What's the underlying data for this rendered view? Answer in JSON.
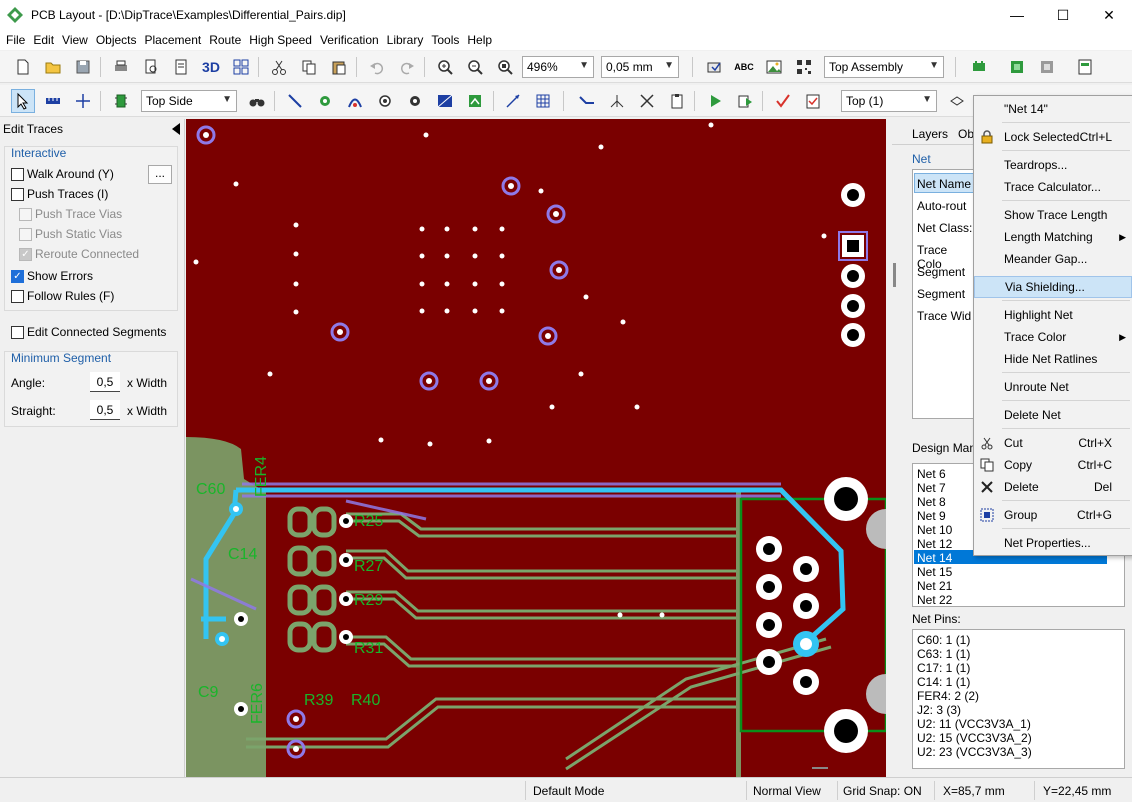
{
  "window": {
    "title": "PCB Layout - [D:\\DipTrace\\Examples\\Differential_Pairs.dip]",
    "minimize": "—",
    "maximize": "☐",
    "close": "✕"
  },
  "menu": [
    "File",
    "Edit",
    "View",
    "Objects",
    "Placement",
    "Route",
    "High Speed",
    "Verification",
    "Library",
    "Tools",
    "Help"
  ],
  "toolbar1": {
    "zoom_value": "496%",
    "grid_value": "0,05 mm",
    "assembly_value": "Top Assembly",
    "view3d_label": "3D"
  },
  "toolbar2": {
    "side_value": "Top Side",
    "layer_value": "Top (1)"
  },
  "left_panel": {
    "title": "Edit Traces",
    "interactive_head": "Interactive",
    "walk_around": "Walk Around (Y)",
    "walk_around_more": "...",
    "push_traces": "Push Traces (I)",
    "push_trace_vias": "Push Trace Vias",
    "push_static_vias": "Push Static Vias",
    "reroute_connected": "Reroute Connected",
    "show_errors": "Show Errors",
    "follow_rules": "Follow Rules (F)",
    "edit_connected_segments": "Edit Connected Segments",
    "min_segment_head": "Minimum Segment",
    "angle_label": "Angle:",
    "angle_value": "0,5",
    "straight_label": "Straight:",
    "straight_value": "0,5",
    "x_width": "x Width"
  },
  "canvas": {
    "labels": {
      "fer4": "FER4",
      "c60": "C60",
      "c14": "C14",
      "c9": "C9",
      "fer6": "FER6",
      "r25": "R25",
      "r27": "R27",
      "r29": "R29",
      "r31": "R31",
      "r39": "R39",
      "r40": "R40"
    },
    "colors": {
      "board": "#7a0000",
      "copper": "#7ba46b",
      "via": "#8f79e8",
      "selected": "#33c4f2",
      "outline": "#0a8f1a"
    }
  },
  "right_panel": {
    "tab_layers": "Layers",
    "tab_objects": "Ob",
    "net_head": "Net",
    "net_rows": [
      "Net Name",
      "Auto-rout",
      "Net Class:",
      "Trace Colo",
      "Segment",
      "Segment",
      "Trace Wid"
    ],
    "design_manager": "Design Man",
    "net_list": [
      "Net 6",
      "Net 7",
      "Net 8",
      "Net 9",
      "Net 10",
      "Net 12",
      "Net 14",
      "Net 15",
      "Net 21",
      "Net 22"
    ],
    "selected_net": "Net 14",
    "net_pins_head": "Net Pins:",
    "net_pins": [
      "C60: 1 (1)",
      "C63: 1 (1)",
      "C17: 1 (1)",
      "C14: 1 (1)",
      "FER4: 2 (2)",
      "J2: 3 (3)",
      "U2: 11 (VCC3V3A_1)",
      "U2: 15 (VCC3V3A_2)",
      "U2: 23 (VCC3V3A_3)"
    ]
  },
  "context_menu": {
    "header": "\"Net 14\"",
    "lock_selected": "Lock Selected",
    "lock_shortcut": "Ctrl+L",
    "teardrops": "Teardrops...",
    "trace_calculator": "Trace Calculator...",
    "show_trace_length": "Show Trace Length",
    "length_matching": "Length Matching",
    "meander_gap": "Meander Gap...",
    "via_shielding": "Via Shielding...",
    "highlight_net": "Highlight Net",
    "trace_color": "Trace Color",
    "hide_net_ratlines": "Hide Net Ratlines",
    "unroute_net": "Unroute Net",
    "delete_net": "Delete Net",
    "cut": "Cut",
    "cut_shortcut": "Ctrl+X",
    "copy": "Copy",
    "copy_shortcut": "Ctrl+C",
    "delete": "Delete",
    "delete_shortcut": "Del",
    "group": "Group",
    "group_shortcut": "Ctrl+G",
    "net_properties": "Net Properties..."
  },
  "status": {
    "mode": "Default Mode",
    "view": "Normal View",
    "grid_snap": "Grid Snap: ON",
    "x": "X=85,7 mm",
    "y": "Y=22,45 mm"
  }
}
